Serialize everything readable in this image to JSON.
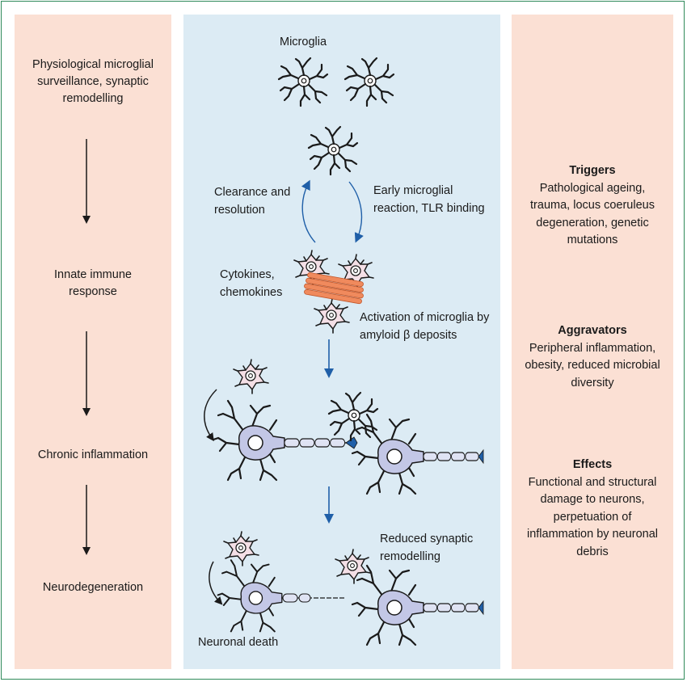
{
  "left_column": {
    "stage1": "Physiological microglial surveillance, synaptic remodelling",
    "stage2": "Innate immune response",
    "stage3": "Chronic inflammation",
    "stage4": "Neurodegeneration"
  },
  "center_column": {
    "microglia": "Microglia",
    "clearance": "Clearance and resolution",
    "early_reaction": "Early microglial reaction, TLR binding",
    "cytokines": "Cytokines, chemokines",
    "activation": "Activation of microglia by amyloid β deposits",
    "reduced_remodelling": "Reduced synaptic remodelling",
    "neuronal_death": "Neuronal death"
  },
  "right_column": {
    "triggers_title": "Triggers",
    "triggers_text": "Pathological ageing, trauma, locus coeruleus degeneration, genetic mutations",
    "aggravators_title": "Aggravators",
    "aggravators_text": "Peripheral inflammation, obesity, reduced microbial diversity",
    "effects_title": "Effects",
    "effects_text": "Functional and structural damage to neurons, perpetuation of inflammation by neuronal debris"
  },
  "colors": {
    "panel_side": "#fbe0d4",
    "panel_center": "#dcebf4",
    "arrow_blue": "#1f5fa8",
    "neuron_fill": "#c3c7e6",
    "activated_microglia_fill": "#f4dfe6",
    "amyloid": "#f08a5d"
  }
}
